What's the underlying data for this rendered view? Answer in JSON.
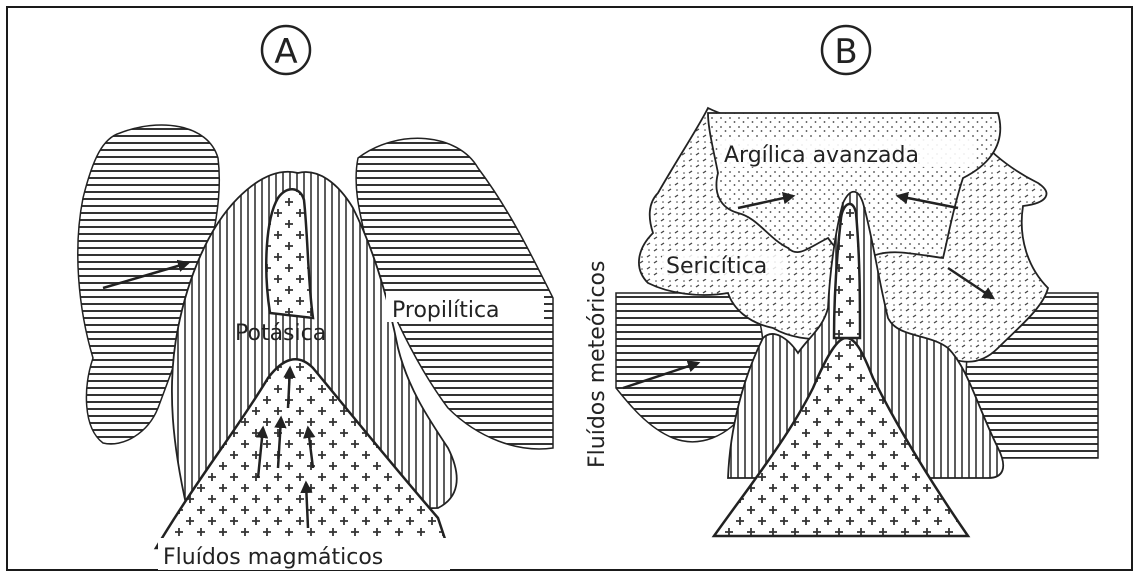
{
  "panels": [
    {
      "letter": "A",
      "labels": {
        "potassic": "Potásica",
        "propylitic": "Propilítica",
        "magmatic_fluids": "Fluídos magmáticos"
      }
    },
    {
      "letter": "B",
      "labels": {
        "advanced_argillic": "Argílica avanzada",
        "sericitic": "Sericítica",
        "meteoric_fluids": "Fluídos meteóricos"
      }
    }
  ],
  "colors": {
    "ink": "#222222",
    "background": "#ffffff",
    "border": "#1a1a1a"
  }
}
